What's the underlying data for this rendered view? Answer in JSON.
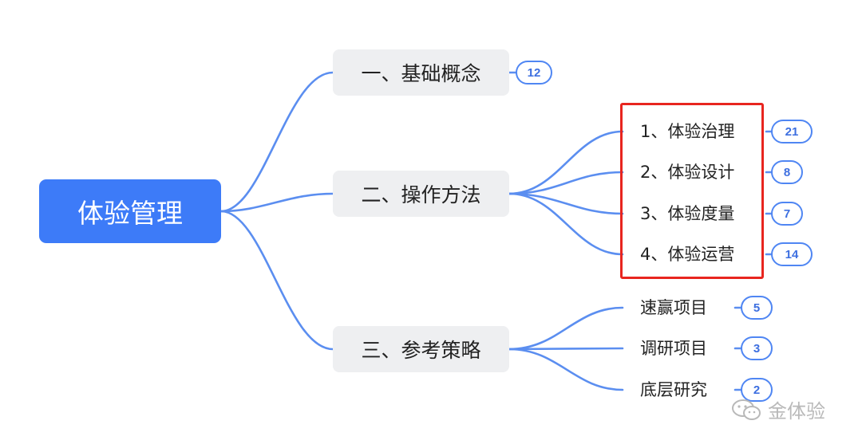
{
  "root": {
    "label": "体验管理"
  },
  "branches": [
    {
      "label": "一、基础概念",
      "badge": "12"
    },
    {
      "label": "二、操作方法"
    },
    {
      "label": "三、参考策略"
    }
  ],
  "method_items": [
    {
      "label": "1、体验治理",
      "badge": "21"
    },
    {
      "label": "2、体验设计",
      "badge": "8"
    },
    {
      "label": "3、体验度量",
      "badge": "7"
    },
    {
      "label": "4、体验运营",
      "badge": "14"
    }
  ],
  "strategy_items": [
    {
      "label": "速赢项目",
      "badge": "5"
    },
    {
      "label": "调研项目",
      "badge": "3"
    },
    {
      "label": "底层研究",
      "badge": "2"
    }
  ],
  "watermark": {
    "text": "金体验",
    "icon": "wechat-icon"
  },
  "colors": {
    "root_fill": "#3d7bf8",
    "edge": "#5b8ef0",
    "branch_fill": "#eeeff1",
    "badge_border": "#4f86f3",
    "highlight_border": "#e8251f"
  }
}
